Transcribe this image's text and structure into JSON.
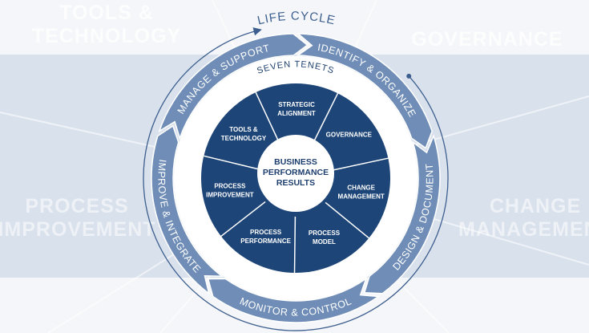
{
  "background_words": {
    "tools": "TOOLS & TECHNOLOGY",
    "governance": "GOVERNANCE",
    "process_improvement": "PROCESS IMPROVEMENT",
    "change_management": "CHANGE MANAGEMENT"
  },
  "lifecycle": {
    "title": "LIFE CYCLE",
    "phases": [
      "MANAGE & SUPPORT",
      "IDENTIFY & ORGANIZE",
      "DESIGN & DOCUMENT",
      "MONITOR & CONTROL",
      "IMPROVE & INTEGRATE"
    ]
  },
  "tenets": {
    "title": "SEVEN TENETS",
    "center": [
      "BUSINESS",
      "PERFORMANCE",
      "RESULTS"
    ],
    "segments": [
      [
        "STRATEGIC",
        "ALIGNMENT"
      ],
      [
        "GOVERNANCE"
      ],
      [
        "CHANGE",
        "MANAGEMENT"
      ],
      [
        "PROCESS",
        "MODEL"
      ],
      [
        "PROCESS",
        "PERFORMANCE"
      ],
      [
        "PROCESS",
        "IMPROVEMENT"
      ],
      [
        "TOOLS &",
        "TECHNOLOGY"
      ]
    ]
  },
  "colors": {
    "outer_ring": "#6f8db6",
    "inner_disc": "#1d4577",
    "center": "#ffffff",
    "band": "#d9e1ec",
    "text_dark": "#1d3f6e"
  }
}
